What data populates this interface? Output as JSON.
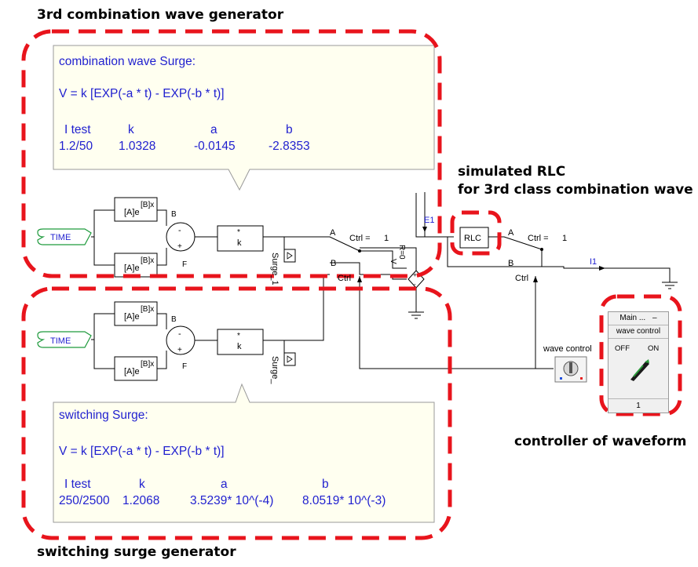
{
  "headings": {
    "top": "3rd combination wave generator",
    "rlc_line1": "simulated RLC",
    "rlc_line2": "for 3rd class combination wave",
    "bottom": "switching surge generator",
    "controller": "controller of waveform"
  },
  "callout_top": {
    "title": "combination wave Surge:",
    "formula": "V = k [EXP(-a * t) - EXP(-b * t)]",
    "col_headers": [
      "I test",
      "k",
      "a",
      "b"
    ],
    "values": [
      "1.2/50",
      "1.0328",
      "-0.0145",
      "-2.8353"
    ]
  },
  "callout_bottom": {
    "title": "switching Surge:",
    "formula": "V = k [EXP(-a * t) - EXP(-b * t)]",
    "col_headers": [
      "I test",
      "k",
      "a",
      "b"
    ],
    "values": [
      "250/2500",
      "1.2068",
      "3.5239* 10^(-4)",
      "8.0519* 10^(-3)"
    ]
  },
  "circuit": {
    "time_label": "TIME",
    "exp_block": "[A]e",
    "exp_sup": "[B]x",
    "port_b": "B",
    "port_f": "F",
    "minus": "-",
    "plus": "+",
    "mult_top": "*",
    "mult_bottom": "k",
    "surge_1": "Surge_1",
    "surge_2": "Surge_",
    "sw_a": "A",
    "sw_b": "B",
    "ctrl_eq": "Ctrl =",
    "ctrl_val": "1",
    "ctrl": "Ctrl",
    "r_label": "R=0",
    "v_label": "V",
    "e1": "E1",
    "rlc": "RLC",
    "i1": "I1",
    "wave_control": "wave control"
  },
  "panel": {
    "title": "Main ...",
    "close": "–",
    "name": "wave control",
    "off": "OFF",
    "on": "ON",
    "value": "1"
  },
  "colors": {
    "dash_red": "#e8141c",
    "label_blue": "#1f1fcf",
    "time_green": "#1e9a3c",
    "callout_fill": "#fffff0"
  }
}
